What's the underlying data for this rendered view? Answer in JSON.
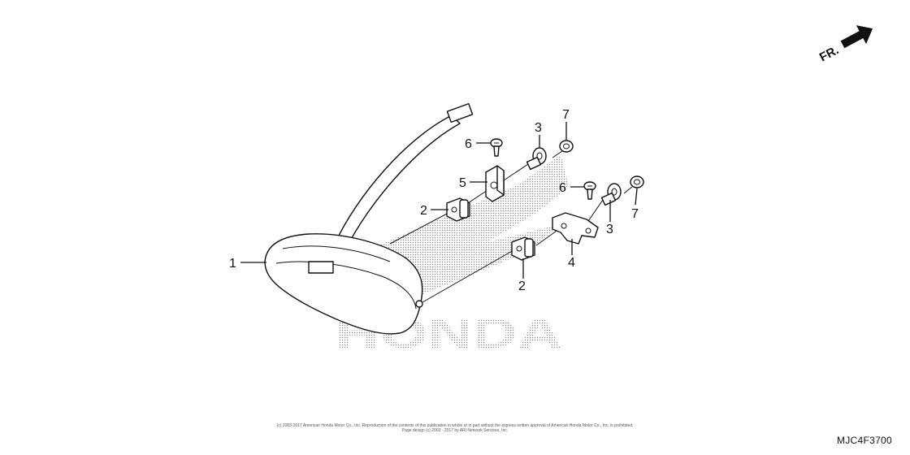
{
  "watermark_text": "HONDA",
  "direction_indicator": {
    "label": "FR."
  },
  "callouts": [
    {
      "number": "1"
    },
    {
      "number": "2"
    },
    {
      "number": "2"
    },
    {
      "number": "3"
    },
    {
      "number": "3"
    },
    {
      "number": "4"
    },
    {
      "number": "5"
    },
    {
      "number": "6"
    },
    {
      "number": "6"
    },
    {
      "number": "7"
    },
    {
      "number": "7"
    }
  ],
  "copyright": {
    "line1": "(c) 2003-2017 American Honda Motor Co., Inc. Reproduction of the contents of this publication in whole or in part without the express written approval of American Honda Motor Co., Inc. is prohibited.",
    "line2": "Page design (c) 2003 - 2017 by ARI Network Services, Inc."
  },
  "diagram_code": "MJC4F3700",
  "colors": {
    "ink": "#111111",
    "watermark": "#8a8a8a"
  }
}
